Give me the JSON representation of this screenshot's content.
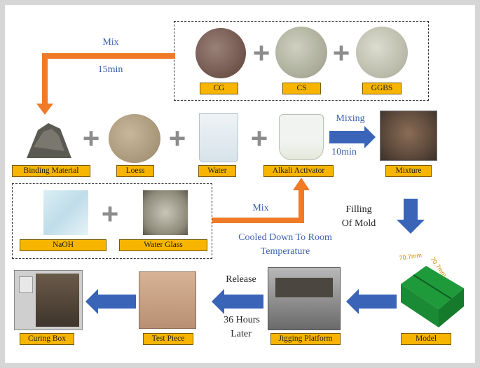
{
  "top_group": {
    "labels": {
      "cg": "CG",
      "cs": "CS",
      "ggbs": "GGBS"
    },
    "mix": "Mix",
    "duration": "15min"
  },
  "row2": {
    "labels": {
      "binding": "Binding Material",
      "loess": "Loess",
      "water": "Water",
      "activator": "Alkali Activator",
      "mixture": "Mixture"
    },
    "mixing": "Mixing",
    "duration": "10min"
  },
  "activator_group": {
    "labels": {
      "naoh": "NaOH",
      "glass": "Water Glass"
    },
    "mix": "Mix",
    "cooled": "Cooled Down To Room",
    "temperature": "Temperature"
  },
  "filling": {
    "line1": "Filling",
    "line2": "Of Mold"
  },
  "row3": {
    "labels": {
      "curing": "Curing Box",
      "test": "Test Piece",
      "platform": "Jigging Platform",
      "model": "Model"
    },
    "release": "Release",
    "hours": "36 Hours",
    "later": "Later"
  },
  "model_dims": {
    "a": "70.7mm",
    "b": "70.7mm"
  },
  "colors": {
    "orange_arrow": "#f07a26",
    "blue_arrow": "#3a64b8",
    "label_bg": "#f7b500",
    "blue_text": "#3b5fae"
  }
}
